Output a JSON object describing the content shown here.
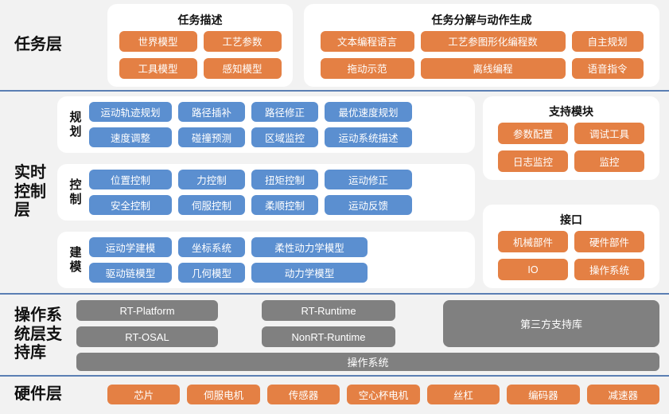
{
  "layers": {
    "task": {
      "title": "任务层",
      "cards": [
        {
          "title": "任务描述",
          "items": [
            "世界模型",
            "工艺参数",
            "工具模型",
            "感知模型"
          ]
        },
        {
          "title": "任务分解与动作生成",
          "row1": [
            "文本编程语言",
            "工艺参图形化编程数",
            "自主规划"
          ],
          "row2": [
            "拖动示范",
            "离线编程",
            "语音指令"
          ]
        }
      ]
    },
    "realtime": {
      "title": "实时控制层",
      "groups": [
        {
          "label": "规划",
          "row1": [
            "运动轨迹规划",
            "路径插补",
            "路径修正",
            "最优速度规划"
          ],
          "row2": [
            "速度调整",
            "碰撞预测",
            "区域监控",
            "运动系统描述"
          ]
        },
        {
          "label": "控制",
          "row1": [
            "位置控制",
            "力控制",
            "扭矩控制",
            "运动修正"
          ],
          "row2": [
            "安全控制",
            "伺服控制",
            "柔顺控制",
            "运动反馈"
          ]
        },
        {
          "label": "建模",
          "row1": [
            "运动学建模",
            "坐标系统",
            "柔性动力学模型"
          ],
          "row2": [
            "驱动链模型",
            "几何模型",
            "动力学模型"
          ]
        }
      ],
      "side_cards": [
        {
          "title": "支持模块",
          "items": [
            "参数配置",
            "调试工具",
            "日志监控",
            "监控"
          ]
        },
        {
          "title": "接口",
          "items": [
            "机械部件",
            "硬件部件",
            "IO",
            "操作系统"
          ]
        }
      ]
    },
    "os": {
      "title": "操作系统层支持库",
      "col_a": [
        "RT-Platform",
        "RT-OSAL"
      ],
      "col_b": [
        "RT-Runtime",
        "NonRT-Runtime"
      ],
      "third_party": "第三方支持库",
      "bottom": "操作系统"
    },
    "hardware": {
      "title": "硬件层",
      "items": [
        "芯片",
        "伺服电机",
        "传感器",
        "空心杯电机",
        "丝杠",
        "编码器",
        "减速器"
      ]
    }
  },
  "colors": {
    "orange": "#e48044",
    "blue": "#5b8fd0",
    "gray": "#808080",
    "divider": "#5b7fb4",
    "background": "#f2f2f2",
    "card": "#ffffff"
  }
}
